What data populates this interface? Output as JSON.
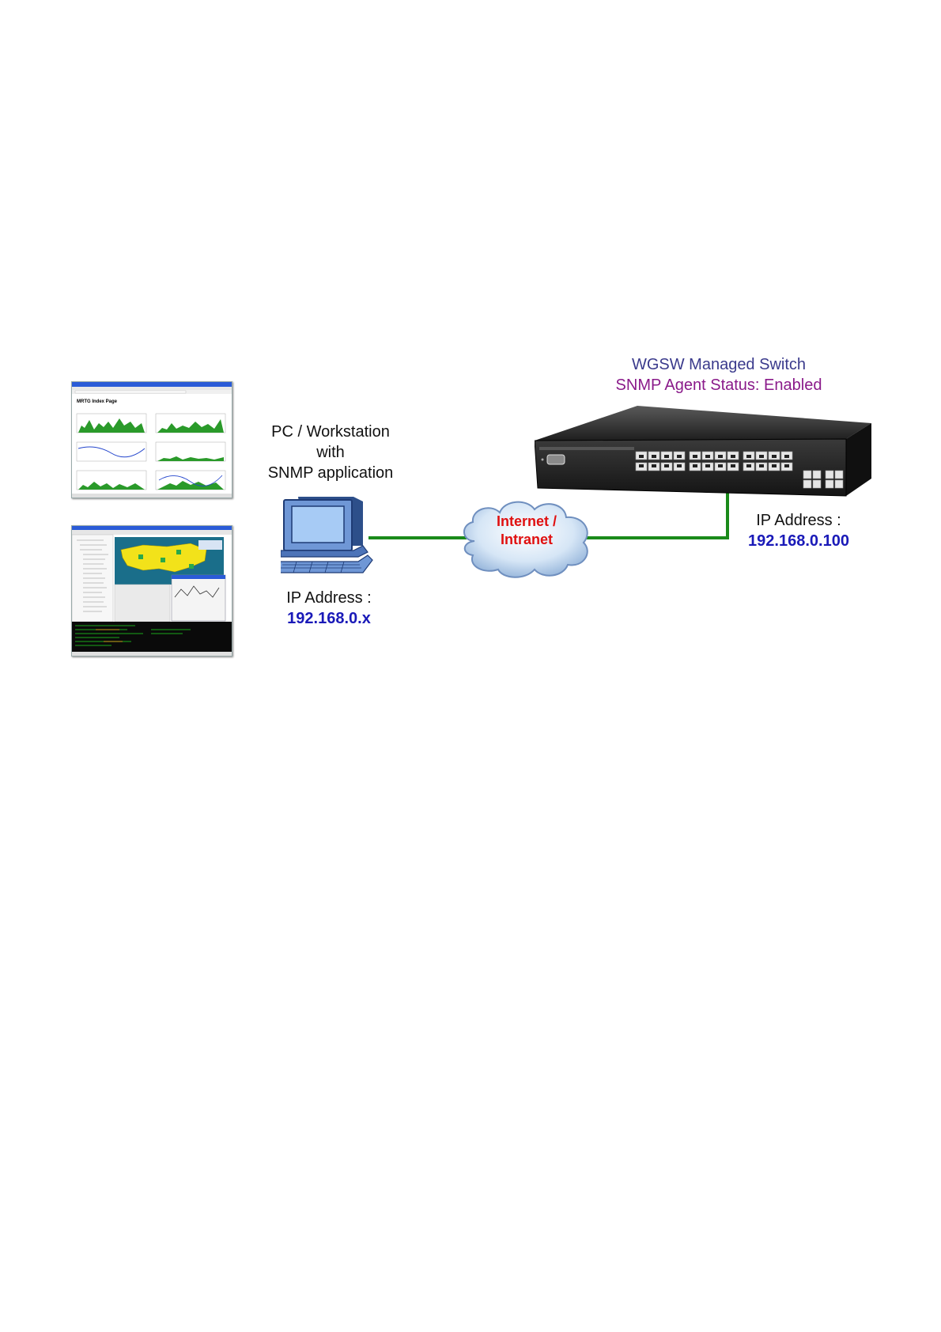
{
  "switch": {
    "title": "WGSW Managed Switch",
    "status": "SNMP Agent Status: Enabled",
    "ip_label": "IP Address :",
    "ip_value": "192.168.0.100",
    "title_color": "#3a3a8c",
    "status_color": "#8a1a8a"
  },
  "pc": {
    "caption_line1": "PC / Workstation",
    "caption_line2": "with",
    "caption_line3": "SNMP application",
    "ip_label": "IP Address :",
    "ip_value": "192.168.0.x"
  },
  "cloud": {
    "line1": "Internet /",
    "line2": "Intranet",
    "text_color": "#e01010"
  },
  "mrtg_thumb": {
    "title": "MRTG Index Page"
  },
  "colors": {
    "link": "#1a8a1a",
    "ip_value": "#1a1ab8"
  }
}
